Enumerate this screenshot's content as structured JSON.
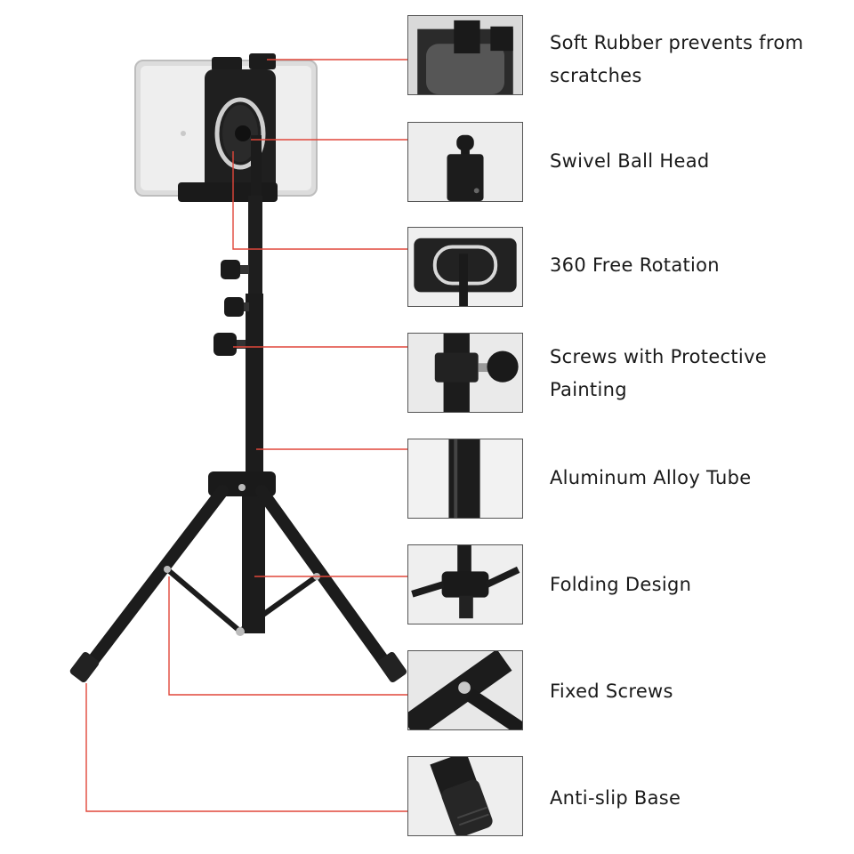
{
  "features": [
    {
      "label": "Soft Rubber prevents from scratches",
      "icon": "rubber-clamp-icon"
    },
    {
      "label": "Swivel Ball Head",
      "icon": "ball-head-icon"
    },
    {
      "label": "360 Free Rotation",
      "icon": "rotation-mount-icon"
    },
    {
      "label": "Screws with Protective Painting",
      "icon": "knob-screw-icon"
    },
    {
      "label": "Aluminum Alloy Tube",
      "icon": "tube-icon"
    },
    {
      "label": "Folding Design",
      "icon": "folding-hub-icon"
    },
    {
      "label": "Fixed Screws",
      "icon": "fixed-screw-icon"
    },
    {
      "label": "Anti-slip Base",
      "icon": "rubber-foot-icon"
    }
  ],
  "colors": {
    "leader_line": "#e0463a",
    "stand": "#1c1c1c",
    "tablet": "#e6e6e6",
    "background": "#ffffff"
  }
}
